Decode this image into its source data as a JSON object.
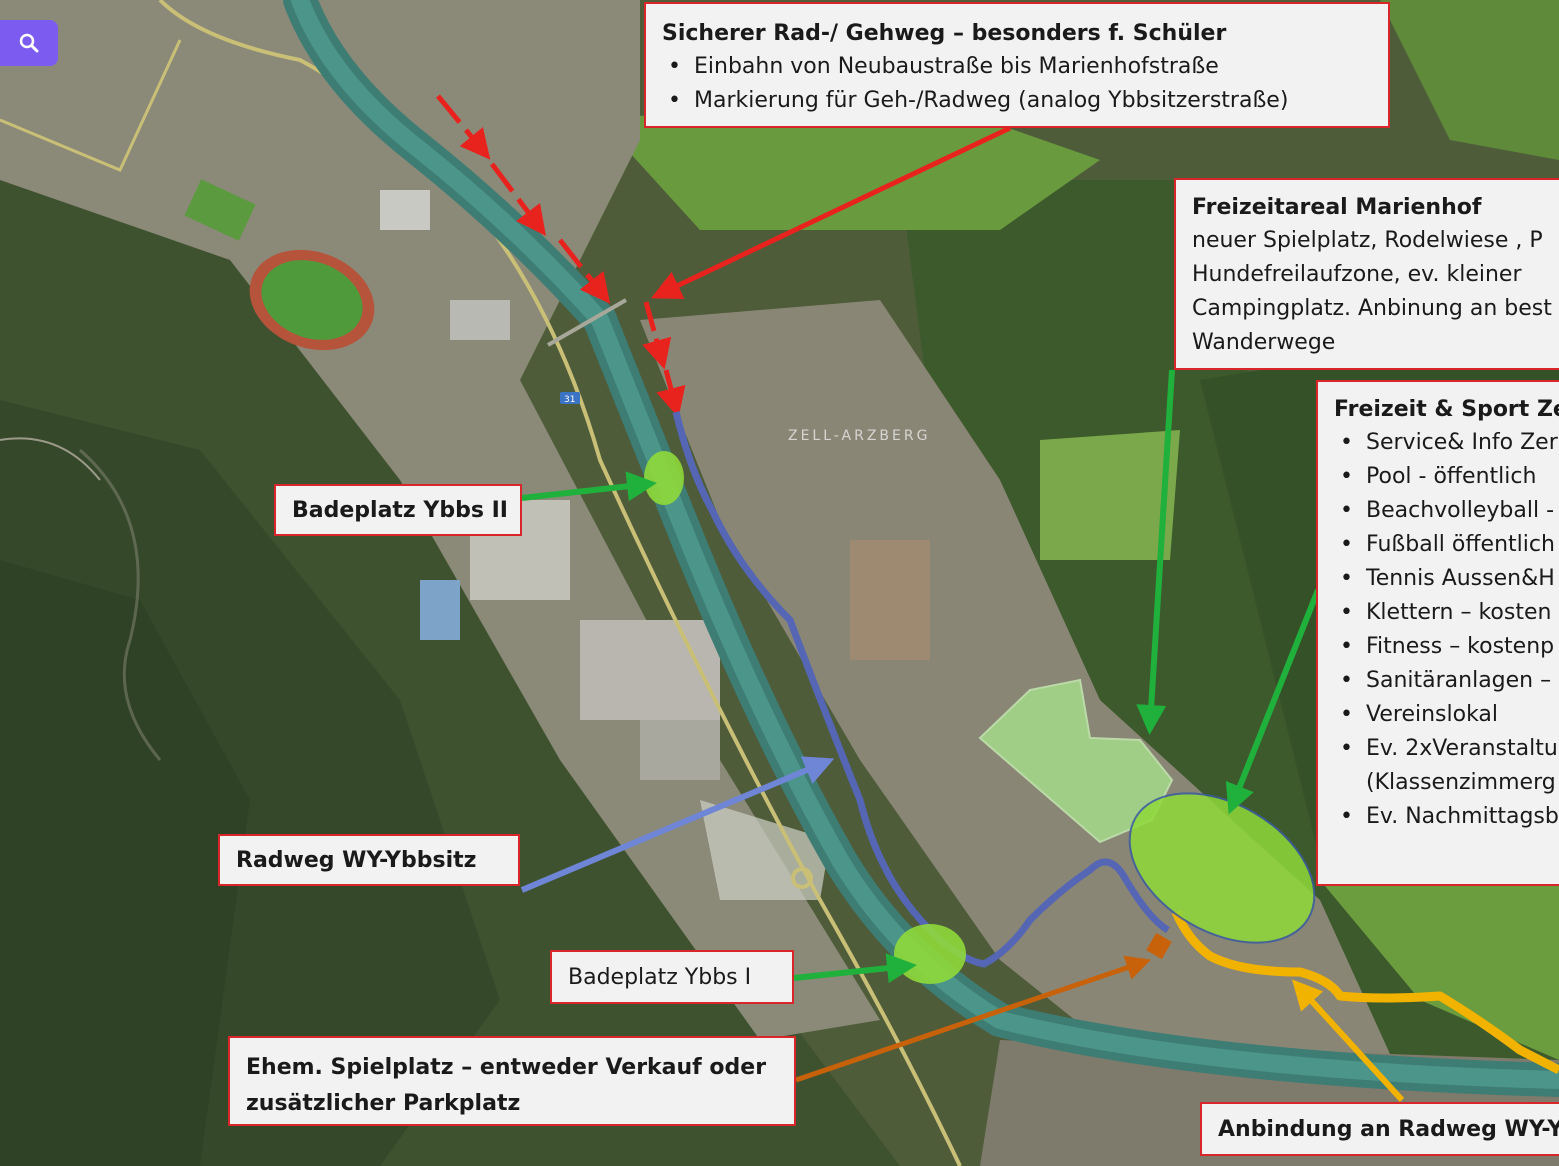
{
  "map": {
    "place_label": "ZELL-ARZBERG",
    "road_label": "31",
    "colors": {
      "route_red": "#e8231e",
      "route_blue": "#5566b4",
      "route_yellow": "#f2b300",
      "arrow_green": "#1fb13c",
      "arrow_orange": "#c8620a",
      "zone_green": "#8fd93a",
      "box_border": "#d9262b"
    }
  },
  "search": {
    "icon": "search-icon"
  },
  "callouts": {
    "schulweg": {
      "title": "Sicherer Rad-/ Gehweg – besonders f. Schüler",
      "items": [
        "Einbahn von Neubaustraße bis Marienhofstraße",
        "Markierung  für Geh-/Radweg (analog Ybbsitzerstraße)"
      ]
    },
    "marienhof": {
      "title": "Freizeitareal Marienhof",
      "lines": [
        "neuer Spielplatz, Rodelwiese , P",
        "Hundefreilaufzone, ev. kleiner",
        "Campingplatz. Anbinung an best",
        "Wanderwege"
      ]
    },
    "sport": {
      "title": "Freizeit & Sport Zer",
      "items": [
        "Service& Info Zer",
        "Pool - öffentlich",
        "Beachvolleyball -",
        "Fußball öffentlich",
        "Tennis Aussen&H",
        "Klettern – kosten",
        "Fitness – kostenp",
        "Sanitäranlagen –",
        "Vereinslokal",
        "Ev. 2xVeranstaltu"
      ],
      "continuation": "(Klassenzimmerg",
      "last_item": "Ev. Nachmittagsb"
    },
    "badeplatz2": "Badeplatz Ybbs II",
    "radweg": "Radweg WY-Ybbsitz",
    "badeplatz1": "Badeplatz Ybbs I",
    "spielplatz": [
      "Ehem. Spielplatz – entweder Verkauf oder",
      "zusätzlicher Parkplatz"
    ],
    "anbindung": "Anbindung an Radweg WY-Y"
  }
}
